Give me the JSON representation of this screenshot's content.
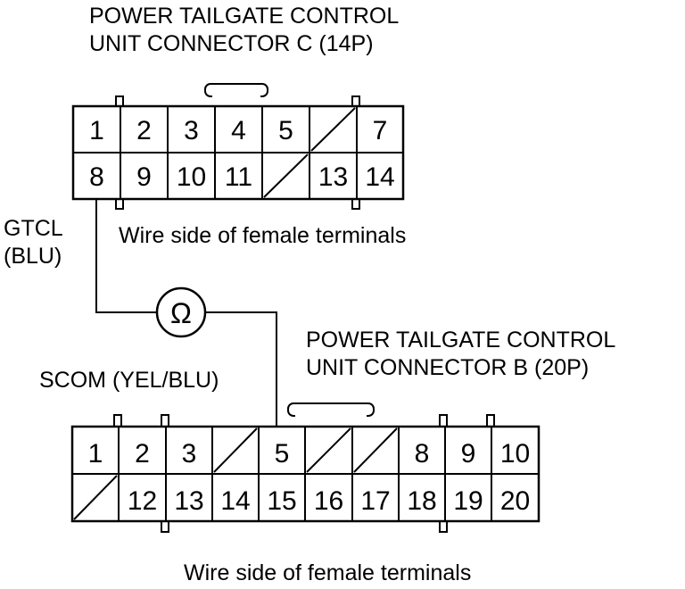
{
  "connector_c": {
    "title_line1": "POWER TAILGATE CONTROL",
    "title_line2": "UNIT CONNECTOR C (14P)",
    "caption": "Wire side of female terminals",
    "row1": [
      "1",
      "2",
      "3",
      "4",
      "5",
      "",
      "7"
    ],
    "row2": [
      "8",
      "9",
      "10",
      "11",
      "",
      "13",
      "14"
    ]
  },
  "connector_b": {
    "title_line1": "POWER TAILGATE CONTROL",
    "title_line2": "UNIT CONNECTOR B (20P)",
    "caption": "Wire side of female terminals",
    "row1": [
      "1",
      "2",
      "3",
      "",
      "5",
      "",
      "",
      "8",
      "9",
      "10"
    ],
    "row2": [
      "",
      "12",
      "13",
      "14",
      "15",
      "16",
      "17",
      "18",
      "19",
      "20"
    ]
  },
  "wires": {
    "gtcl_line1": "GTCL",
    "gtcl_line2": "(BLU)",
    "scom": "SCOM (YEL/BLU)"
  },
  "meter": {
    "symbol": "Ω"
  }
}
